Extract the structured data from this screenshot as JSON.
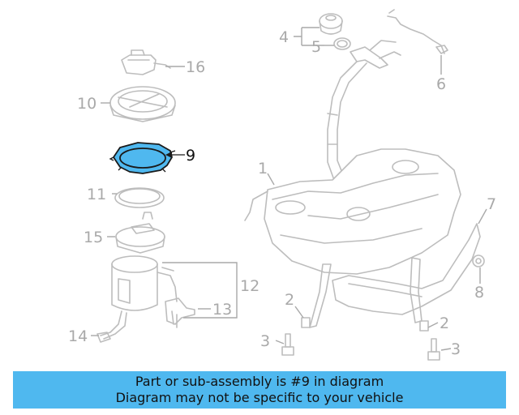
{
  "diagram": {
    "highlighted_part": "9",
    "callouts": {
      "c1": "1",
      "c2a": "2",
      "c2b": "2",
      "c3a": "3",
      "c3b": "3",
      "c4": "4",
      "c5": "5",
      "c6": "6",
      "c7": "7",
      "c8": "8",
      "c9": "9",
      "c10": "10",
      "c11": "11",
      "c12": "12",
      "c13": "13",
      "c14": "14",
      "c15": "15",
      "c16": "16"
    },
    "colors": {
      "highlight": "#4fb8ef",
      "parts": "#bdbdbd",
      "labels": "#a9a9a9",
      "banner": "#4fb8ef"
    }
  },
  "banner": {
    "line1": "Part or sub-assembly is #9 in diagram",
    "line2": "Diagram may not be specific to your vehicle"
  }
}
